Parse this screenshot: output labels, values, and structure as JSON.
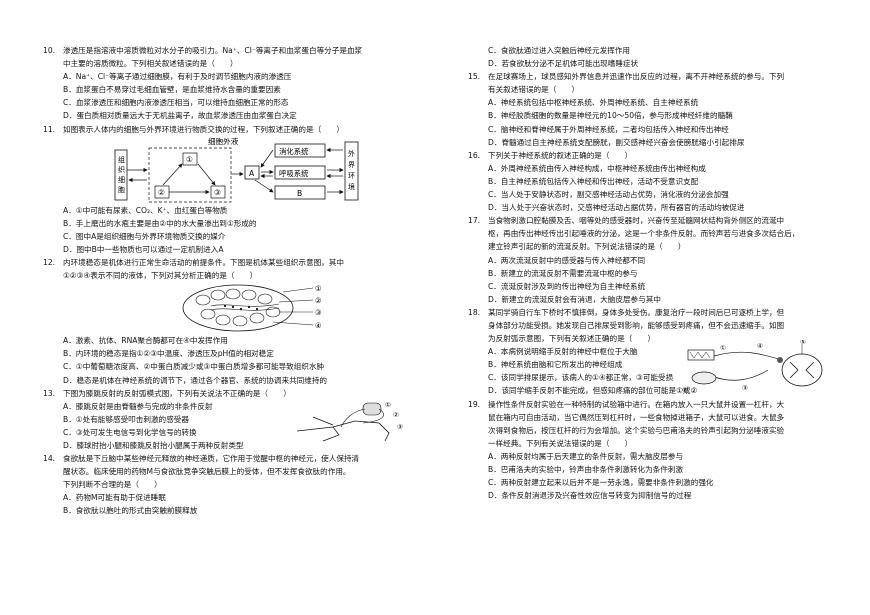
{
  "left": {
    "q10": {
      "num": "10.",
      "stem1": "渗透压是指溶液中溶质微粒对水分子的吸引力。Na⁺、Cl⁻等离子和血浆蛋白等分子是血浆",
      "stem2": "中主要的溶质微粒。下列相关叙述错误的是（　　）",
      "opts": [
        "A．Na⁺、Cl⁻等离子通过细胞膜，有利于及时调节细胞内液的渗透压",
        "B．血浆蛋白不易穿过毛细血管壁，是血浆维持水含量的重要因素",
        "C．血浆渗透压和细胞内液渗透压相当，可以维持血细胞正常的形态",
        "D．蛋白质相对质量远大于无机盐离子，故血浆渗透压由血浆蛋白决定"
      ]
    },
    "q11": {
      "num": "11.",
      "stem1": "如图表示人体内的细胞与外界环境进行物质交换的过程，下列叙述正确的是（　　）",
      "fig": {
        "title": "细胞外液",
        "cell": "组织细胞",
        "n1": "①",
        "n2": "②",
        "n3": "③",
        "a": "A",
        "b": "B",
        "sys1": "消化系统",
        "sys2": "呼吸系统",
        "env": "外界环境"
      },
      "opts": [
        "A．①中可能有尿素、CO₂、K⁺、血红蛋白等物质",
        "B．手上磨出的水疱主要是由②中的水大量渗出到①形成的",
        "C．图中A是组织细胞与外界环境物质交换的媒介",
        "D．图中B中一些物质也可以通过一定机制进入A"
      ]
    },
    "q12": {
      "num": "12.",
      "stem1": "内环境稳态是机体进行正常生命活动的前提条件。下图是机体某些组织示意图，其中",
      "stem2": "①②③④表示不同的液体，下列对其分析正确的是（　　）",
      "labels": [
        "①",
        "②",
        "③",
        "④"
      ],
      "opts": [
        "A．激素、抗体、RNA聚合酶都可在④中发挥作用",
        "B．内环境的稳态是指①②③中温度、渗透压及pH值的相对稳定",
        "C．①中葡萄糖浓度高、②中蛋白质减少或③中蛋白质增多都可能导致组织水肿",
        "D．稳态是机体在神经系统的调节下，通过各个器官、系统的协调来共同维持的"
      ]
    },
    "q13": {
      "num": "13.",
      "stem1": "下图为膝跳反射的反射弧模式图，下列有关说法不正确的是（　　）",
      "labels": [
        "①",
        "②",
        "③"
      ],
      "opts": [
        "A．膝跳反射是由脊髓参与完成的非条件反射",
        "B．①处有能够感受叩击刺激的感受器",
        "C．③处可发生电信号到化学信号的转换",
        "D．膝球肘抬小腿和膝跳反射抬小腿属于两种反射类型"
      ]
    },
    "q14": {
      "num": "14.",
      "stem1": "食欲肽是下丘脑中某些神经元释放的神经递质，它作用于觉醒中枢的神经元，使人保持清",
      "stem2": "醒状态。临床使用的药物M与食欲肽竞争突触后膜上的受体，但不发挥食欲肽的作用。",
      "stem3": "下列判断不合理的是（　　）",
      "opts": [
        "A．药物M可能有助于促进睡眠",
        "B．食欲肽以胞吐的形式由突触前膜释放"
      ]
    }
  },
  "right": {
    "q14cont": [
      "C．食欲肽通过进入突触后神经元发挥作用",
      "D．若食欲肽分泌不足机体可能出现嗜睡症状"
    ],
    "q15": {
      "num": "15.",
      "stem1": "在足球赛场上，球员感知外界信息并迅速作出反应的过程，离不开神经系统的参与。下列",
      "stem2": "有关叙述错误的是（　　）",
      "opts": [
        "A．神经系统包括中枢神经系统、外周神经系统、自主神经系统",
        "B．神经胶质细胞的数量是神经元的10～50倍，参与形成神经纤维的髓鞘",
        "C．脑神经和脊神经属于外周神经系统，二者均包括传入神经和传出神经",
        "D．脊髓通过自主神经系统支配膀胱，副交感神经兴奋会使膀胱缩小引起排尿"
      ]
    },
    "q16": {
      "num": "16.",
      "stem1": "下列关于神经系统的叙述正确的是（　　）",
      "opts": [
        "A．外周神经系统由传入神经构成，中枢神经系统由传出神经构成",
        "B．自主神经系统包括传入神经和传出神经，活动不受意识支配",
        "C．当人处于安静状态时，副交感神经活动占优势，消化液的分泌会加强",
        "D．当人处于兴奋状态时，交感神经活动占据优势，所有器官的活动均被促进"
      ]
    },
    "q17": {
      "num": "17.",
      "stem1": "当食物刺激口腔黏膜及舌、咽等处的感受器时，兴奋传至延髓网状结构背外侧区的流涎中",
      "stem2": "枢，再由传出神经传出引起唾液的分泌，这是一个非条件反射。而铃声若与进食多次结合后，",
      "stem3": "建立铃声引起的新的流涎反射。下列说法错误的是（　　）",
      "opts": [
        "A．两次流涎反射中的感受器与传入神经都不同",
        "B．新建立的流涎反射不需要流涎中枢的参与",
        "C．流涎反射涉及到的传出神经为自主神经系统",
        "D．新建立的流涎反射会有消退，大脑皮层参与其中"
      ]
    },
    "q18": {
      "num": "18.",
      "stem1": "某同学骑自行车下桥时不慎摔倒，身体多处受伤。康复治疗一段时间后已可逐桥上学，但",
      "stem2": "身体部分功能受损。她发现自己排尿受到影响，能够感受到疼痛，但不会迅速缩手。如图",
      "stem3": "为反射弧示意图，下列有关叙述正确的是（　　）",
      "labels": [
        "④",
        "⑤",
        "①",
        "②",
        "③"
      ],
      "opts": [
        "A．本病例说明缩手反射的神经中枢位于大脑",
        "B．神经系统由脑和它所发出的神经组成",
        "C．该同学排尿提示，该病人的①④都正常，③可能受损",
        "D．该同学缩手反射不能完成，但感知疼痛的部位可能是①或②"
      ]
    },
    "q19": {
      "num": "19.",
      "stem1": "操作性条件反射实验在一种特制的试验箱中进行。在箱内放入一只大鼠并设置一杠杆，大",
      "stem2": "鼠在箱内可自由活动，当它偶然压到杠杆时，一些食物掉进箱子，大鼠可以进食。大鼠多",
      "stem3": "次得到食物后，按压杠杆的行为会增加。这个实验与巴甫洛夫的铃声引起狗分泌唾液实验",
      "stem4": "一样经典。下列有关说法错误的是（　　）",
      "opts": [
        "A．两种反射均属于后天建立的条件反射，需大脑皮层参与",
        "B．巴甫洛夫的实验中，铃声由非条件刺激转化为条件刺激",
        "C．两种反射建立起来以后并不是一劳永逸，需要非条件刺激的强化",
        "D．条件反射消退涉及兴奋性效应信号转变为抑制信号的过程"
      ]
    }
  }
}
